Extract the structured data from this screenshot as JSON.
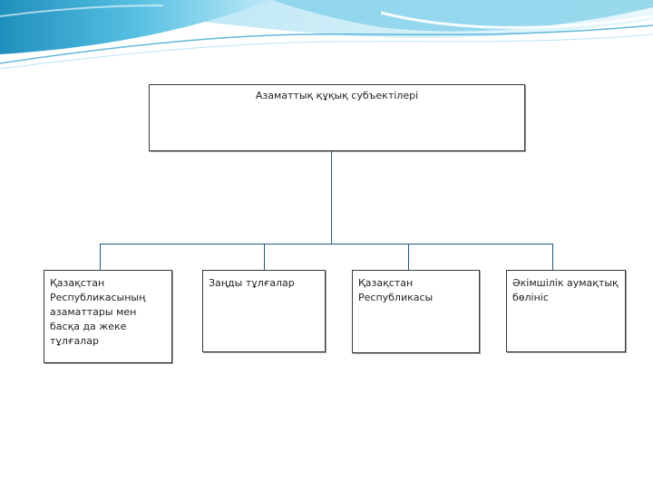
{
  "diagram": {
    "root": {
      "label": "Азаматтық құқық субъектілері"
    },
    "children": [
      {
        "label": "Қазақстан Республикасының азаматтары мен басқа да жеке тұлғалар"
      },
      {
        "label": "Заңды тұлғалар"
      },
      {
        "label": "Қазақстан Республикасы"
      },
      {
        "label": "Әкімшілік аумақтық бөлініс"
      }
    ],
    "colors": {
      "connector": "#1e5a7a",
      "wave_dark": "#2a9bc4",
      "wave_light": "#8fd6ee",
      "box_border": "#3a3a3a"
    }
  }
}
